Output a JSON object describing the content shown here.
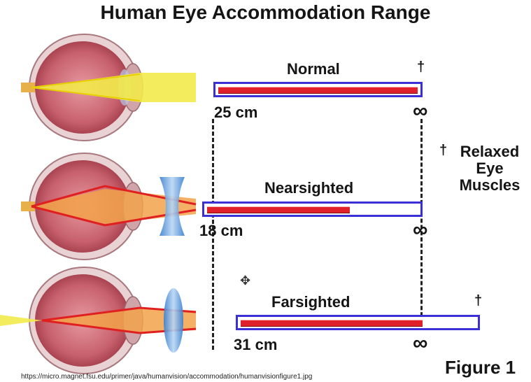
{
  "title": "Human Eye Accommodation Range",
  "rows": [
    {
      "key": "normal",
      "label": "Normal",
      "near": "25 cm",
      "far": "∞",
      "fill_fraction": 1.0,
      "shows_up_arrow": true
    },
    {
      "key": "nearsighted",
      "label": "Nearsighted",
      "near": "18 cm",
      "far": "∞",
      "fill_fraction": 0.66,
      "shows_up_arrow": false
    },
    {
      "key": "farsighted",
      "label": "Farsighted",
      "near": "31 cm",
      "far": "∞",
      "fill_fraction": 0.77,
      "shows_up_arrow": true
    }
  ],
  "legend": {
    "arrow": "†",
    "line1": "Relaxed",
    "line2": "Eye",
    "line3": "Muscles"
  },
  "figure_label": "Figure 1",
  "source_url": "https://micro.magnet.fsu.edu/primer/java/humanvision/accommodation/humanvisionfigure1.jpg",
  "colors": {
    "bar_border": "#3b2fd6",
    "bar_fill": "#e0202a",
    "beam_yellow": "#f2ea4a",
    "eye_outer": "#c9949a",
    "lens_blue": "#6fa6e0"
  },
  "icons": [
    "eye-diagram-icon",
    "concave-lens-icon",
    "convex-lens-icon",
    "dagger-arrow-icon",
    "infinity-symbol-icon",
    "move-cursor-icon"
  ]
}
